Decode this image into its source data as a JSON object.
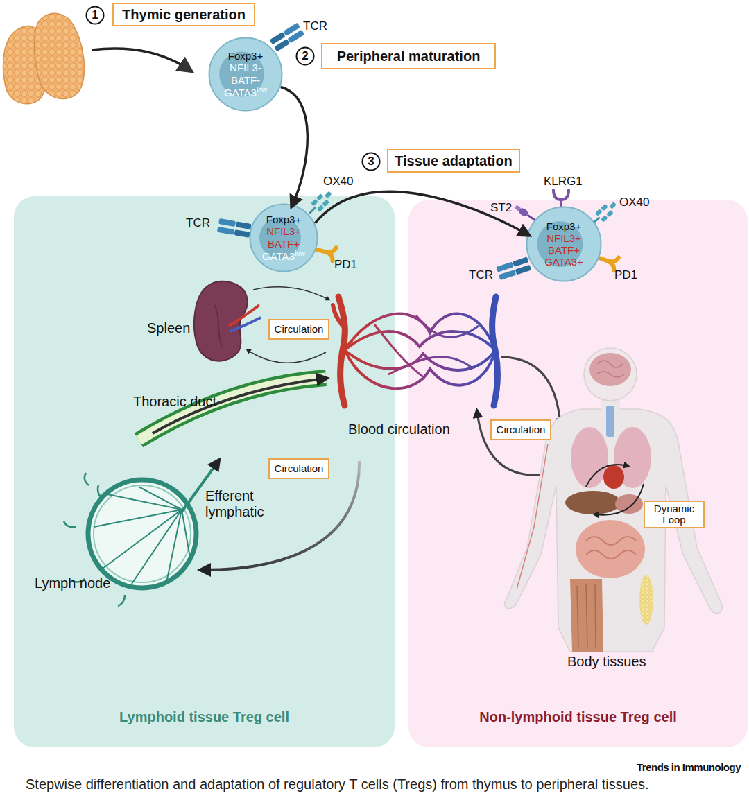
{
  "diagram": {
    "caption": "Stepwise differentiation and adaptation of regulatory T cells (Tregs) from thymus to peripheral tissues.",
    "nodes": [
      {
        "text": [
          "1"
        ]
      },
      {
        "text": [
          "Thymic generation"
        ]
      },
      {
        "text": [
          "Foxp3+",
          "NFIL3-",
          "BATF-",
          "GATA3",
          "low"
        ]
      },
      {
        "text": [
          "2"
        ]
      },
      {
        "text": [
          "Peripheral maturation"
        ]
      },
      {
        "text": [
          "3"
        ]
      },
      {
        "text": [
          "Tissue adaptation"
        ]
      },
      {
        "text": [
          "Lymphoid tissue Treg cell"
        ]
      },
      {
        "text": [
          "Foxp3+",
          "NFIL3+",
          "BATF+",
          "GATA3",
          "low"
        ],
        "in": 7
      },
      {
        "text": [
          "Circulation"
        ],
        "in": 7
      },
      {
        "text": [
          "Circulation"
        ],
        "in": 7
      },
      {
        "text": [
          "Non-lymphoid tissue Treg cell"
        ]
      },
      {
        "text": [
          "Foxp3+",
          "NFIL3+",
          "BATF+",
          "GATA3+"
        ],
        "in": 11
      },
      {
        "text": [
          "Circulation"
        ],
        "in": 11
      },
      {
        "text": [
          "Dynamic Loop"
        ],
        "in": 11
      }
    ],
    "edges": [
      {
        "from": 2,
        "to": 8,
        "arrow": "to"
      },
      {
        "from": 8,
        "to": 12,
        "arrow": "to"
      }
    ],
    "labels": [
      "TCR",
      "OX40",
      "TCR",
      "PD1",
      "KLRG1",
      "ST2",
      "OX40",
      "TCR",
      "PD1",
      "Spleen",
      "Thoracic duct",
      "Efferent lymphatic",
      "Lymph node",
      "Blood circulation",
      "Body tissues",
      "Trends in Immunology"
    ]
  }
}
